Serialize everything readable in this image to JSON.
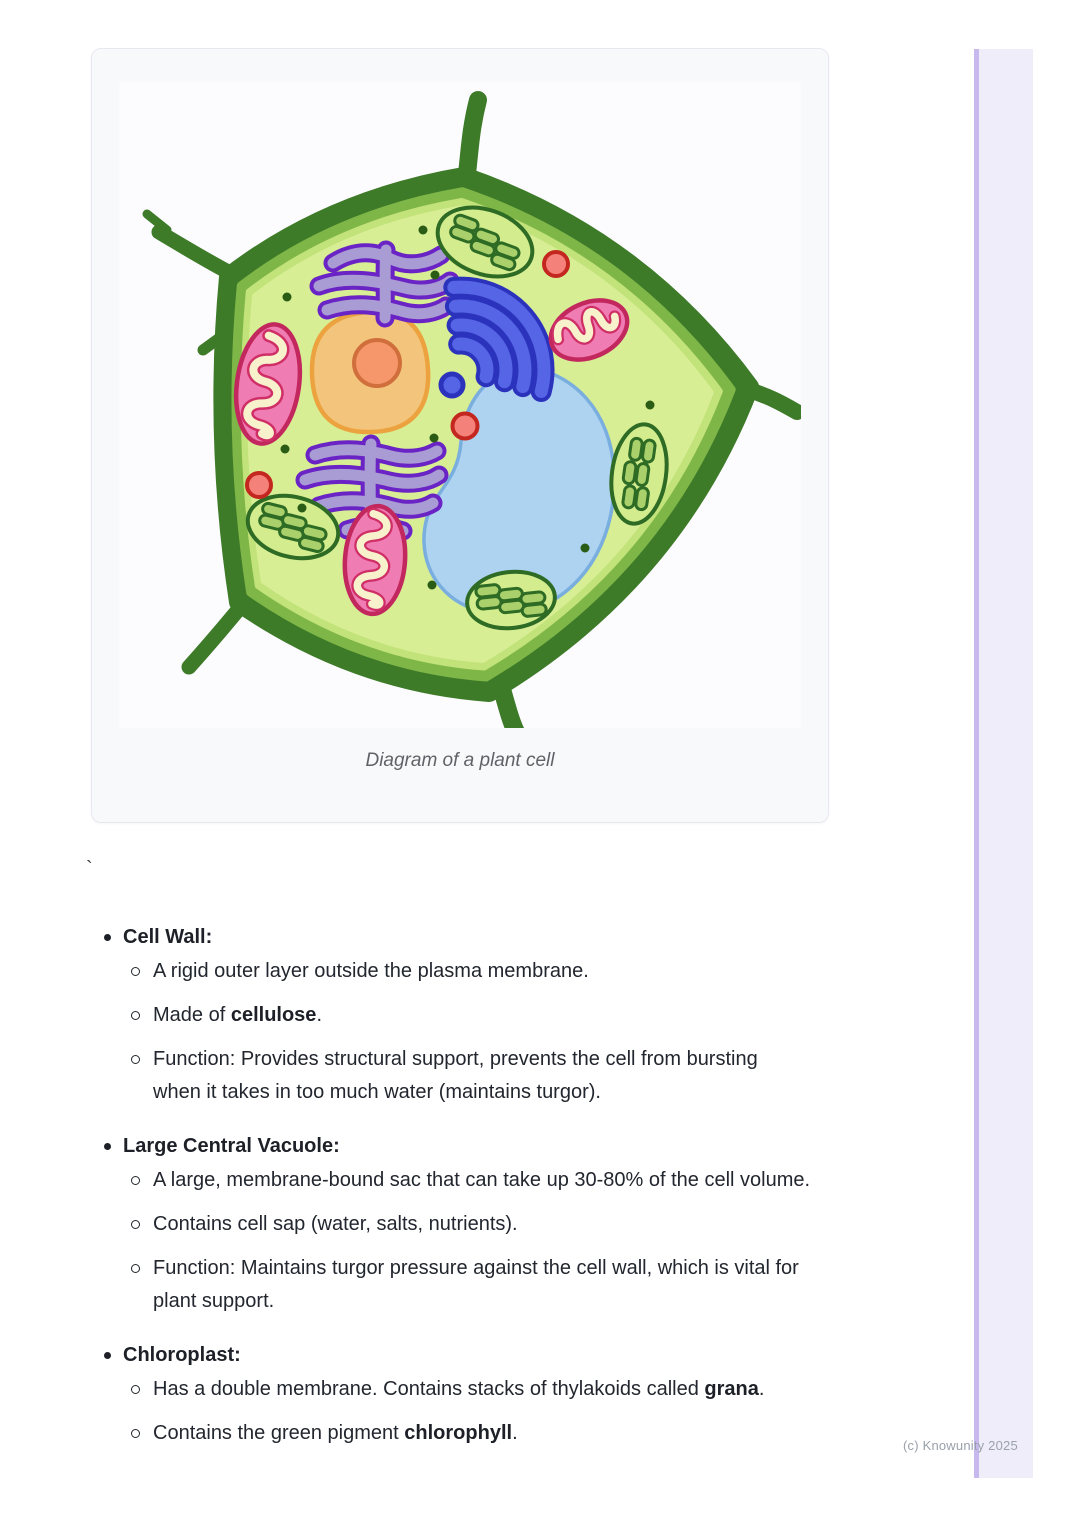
{
  "figure": {
    "caption": "Diagram of a plant cell",
    "palette": {
      "cell_wall": "#3e7b29",
      "membrane_band": "#7eb647",
      "cytoplasm": "#d7ee94",
      "nucleus": "#f3c57c",
      "nucleolus": "#f5966b",
      "endoplasmic_reticulum": "#6a23c4",
      "golgi": "#5565e6",
      "vacuole": "#aed3f1",
      "mitochondrion": "#f07cb4",
      "chloroplast_outline": "#2e6b24",
      "vesicle_red": "#f5827a"
    }
  },
  "stray_text": "`",
  "notes": {
    "items": [
      {
        "title": "Cell Wall:",
        "subs": [
          [
            {
              "text": "A rigid outer layer outside the plasma membrane."
            }
          ],
          [
            {
              "text": "Made of "
            },
            {
              "text": "cellulose",
              "bold": true
            },
            {
              "text": "."
            }
          ],
          [
            {
              "text": "Function: Provides structural support, prevents the cell from bursting"
            },
            {
              "break": true
            },
            {
              "text": "when it takes in too much water (maintains turgor)."
            }
          ]
        ]
      },
      {
        "title": "Large Central Vacuole:",
        "subs": [
          [
            {
              "text": "A large, membrane-bound sac that can take up 30-80% of the cell volume."
            }
          ],
          [
            {
              "text": "Contains cell sap (water, salts, nutrients)."
            }
          ],
          [
            {
              "text": "Function: Maintains turgor pressure against the cell wall, which is vital for"
            },
            {
              "break": true
            },
            {
              "text": "plant support."
            }
          ]
        ]
      },
      {
        "title": "Chloroplast:",
        "subs": [
          [
            {
              "text": "Has a double membrane. Contains stacks of thylakoids called "
            },
            {
              "text": "grana",
              "bold": true
            },
            {
              "text": "."
            }
          ],
          [
            {
              "text": "Contains the green pigment "
            },
            {
              "text": "chlorophyll",
              "bold": true
            },
            {
              "text": "."
            }
          ]
        ]
      }
    ]
  },
  "watermark": "(c) Knowunity 2025"
}
